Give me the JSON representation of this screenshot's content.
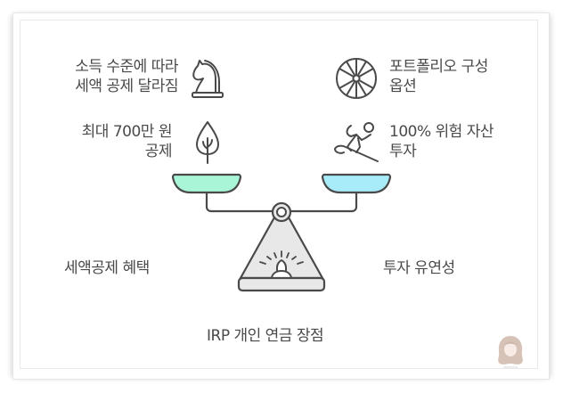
{
  "title": "IRP 개인 연금 장점",
  "left_side": {
    "category": "세액공제 혜택",
    "items": [
      {
        "text": "소득 수준에 따라\n세액 공제 달라짐",
        "icon": "chess-knight-icon"
      },
      {
        "text": "최대 700만 원\n공제",
        "icon": "tree-icon"
      }
    ],
    "pan_color": "#a8f5d8"
  },
  "right_side": {
    "category": "투자 유연성",
    "items": [
      {
        "text": "포트폴리오 구성\n옵션",
        "icon": "wheel-icon"
      },
      {
        "text": "100% 위험 자산\n투자",
        "icon": "surfer-icon"
      }
    ],
    "pan_color": "#a8ecfa"
  },
  "colors": {
    "stroke": "#4a4a4a",
    "base_fill": "#e8e8e8",
    "text": "#4a4a4a"
  },
  "watermark": {
    "icon": "avatar-icon"
  }
}
